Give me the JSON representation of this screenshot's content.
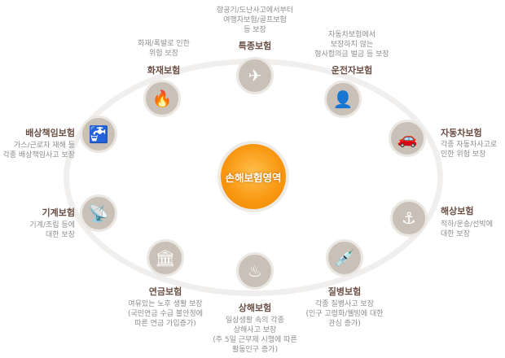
{
  "center": {
    "label": "손해보험영역",
    "color": "#f8960f"
  },
  "items": [
    {
      "title": "특종보험",
      "desc": [
        "항공기/도난사고에서부터",
        "여행자보험/골프보험",
        "등 보장"
      ],
      "icon": "airplane-icon"
    },
    {
      "title": "운전자보험",
      "desc": [
        "자동차보험에서",
        "보장하지 않는",
        "형사합의금 벌금 등 보장"
      ],
      "icon": "person-icon"
    },
    {
      "title": "자동차보험",
      "desc": [
        "각종 자동차사고로",
        "인한 위험 보장"
      ],
      "icon": "car-icon"
    },
    {
      "title": "해상보험",
      "desc": [
        "적하/운송/선박에",
        "대한 보장"
      ],
      "icon": "ship-icon"
    },
    {
      "title": "질병보험",
      "desc": [
        "각종 질병사고 보장",
        "(인구 고령화/웰빙에 대한",
        "관심 증가)"
      ],
      "icon": "syringe-icon"
    },
    {
      "title": "상해보험",
      "desc": [
        "일상생활 속의 각종",
        "상해사고 보장",
        "(주 5일 근무제 시행에 따른",
        "활동인구 증가)"
      ],
      "icon": "pot-icon"
    },
    {
      "title": "연금보험",
      "desc": [
        "여유있는 노후 생활 보장",
        "(국민연금 수급 불안정에",
        "따른 연금 가입증가)"
      ],
      "icon": "building-icon"
    },
    {
      "title": "기계보험",
      "desc": [
        "기계/조립 등에",
        "대한 보장"
      ],
      "icon": "satellite-dish-icon"
    },
    {
      "title": "배상책임보험",
      "desc": [
        "가스/근로자 재해 등",
        "각종 배상책임사고 보장"
      ],
      "icon": "faucet-icon"
    },
    {
      "title": "화재보험",
      "desc": [
        "화재/폭발로 인한",
        "위험 보장"
      ],
      "icon": "fire-icon"
    }
  ]
}
